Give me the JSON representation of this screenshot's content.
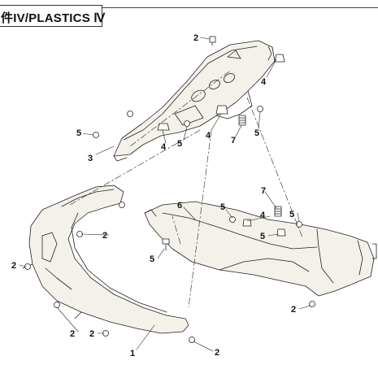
{
  "header": {
    "title": "件IV/PLASTICS Ⅳ"
  },
  "callouts": {
    "c1": "1",
    "c2a": "2",
    "c2b": "2",
    "c2c": "2",
    "c2d": "2",
    "c2e": "2",
    "c2f": "2",
    "c2g": "2",
    "c3": "3",
    "c4a": "4",
    "c4b": "4",
    "c4c": "4",
    "c4d": "4",
    "c5a": "5",
    "c5b": "5",
    "c5c": "5",
    "c5d": "5",
    "c5e": "5",
    "c5f": "5",
    "c6": "6",
    "c7a": "7",
    "c7b": "7"
  },
  "colors": {
    "line": "#222222",
    "shade": "#f4f1ea",
    "background": "#ffffff"
  }
}
